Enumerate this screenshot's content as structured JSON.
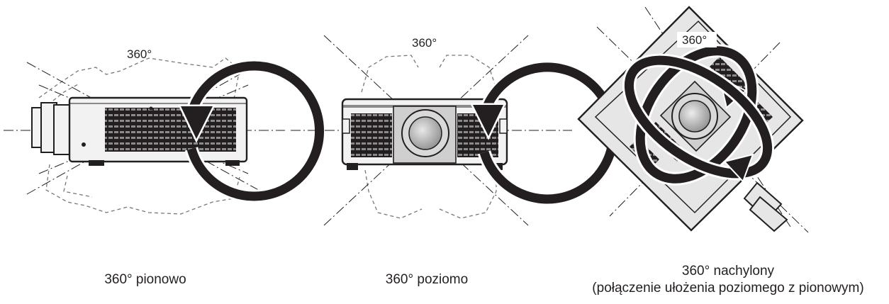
{
  "figures": [
    {
      "angle_label": "360°",
      "caption": "360° pionowo",
      "caption_sub": ""
    },
    {
      "angle_label": "360°",
      "caption": "360° poziomo",
      "caption_sub": ""
    },
    {
      "angle_label": "360°",
      "caption": "360° nachylony",
      "caption_sub": "(połączenie ułożenia poziomego z pionowym)"
    }
  ],
  "colors": {
    "ink": "#231f20",
    "projector_body": "#f2f2f2",
    "tilted_body": "#e6e6e6",
    "vents": "#231f20",
    "lens": "#9d9d9d",
    "background": "#ffffff"
  }
}
